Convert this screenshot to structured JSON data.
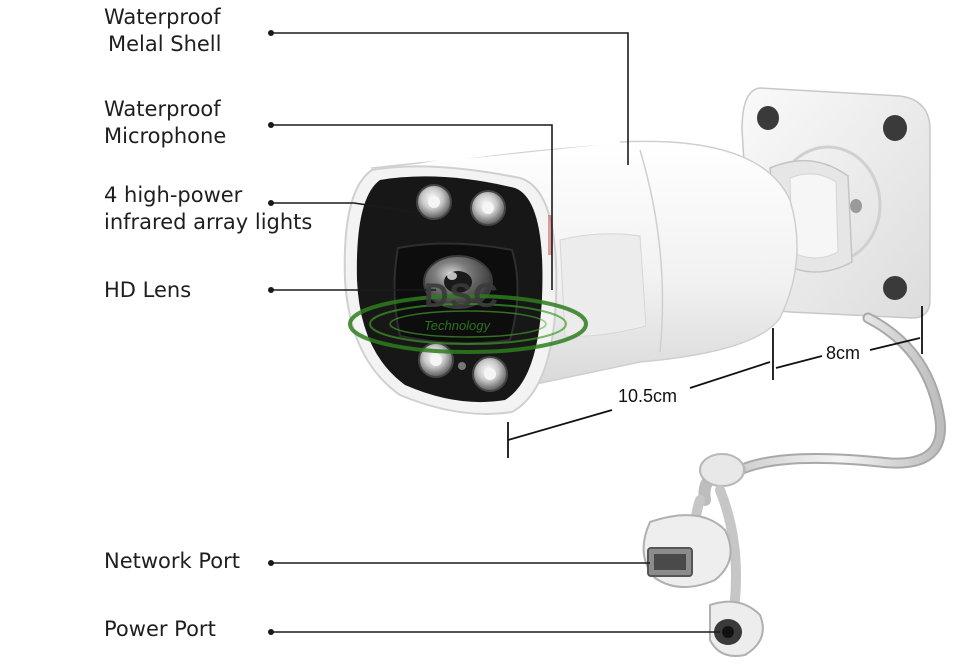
{
  "labels": {
    "shell_line1": "Waterproof",
    "shell_line2": "Melal Shell",
    "mic_line1": "Waterproof",
    "mic_line2": "Microphone",
    "ir_line1": "4 high-power",
    "ir_line2": "infrared array lights",
    "lens": "HD Lens",
    "network": "Network Port",
    "power": "Power Port"
  },
  "dimensions": {
    "length": "10.5cm",
    "height": "8cm"
  },
  "watermark": {
    "brand": "DSC",
    "tagline": "Technology"
  },
  "colors": {
    "text": "#1e1e1e",
    "leader": "#1a1a1a",
    "camera_body": "#f2f2f2",
    "bezel": "#161616",
    "ir_led": "#d8d8d8",
    "logo_green": "#2e7d1f"
  }
}
